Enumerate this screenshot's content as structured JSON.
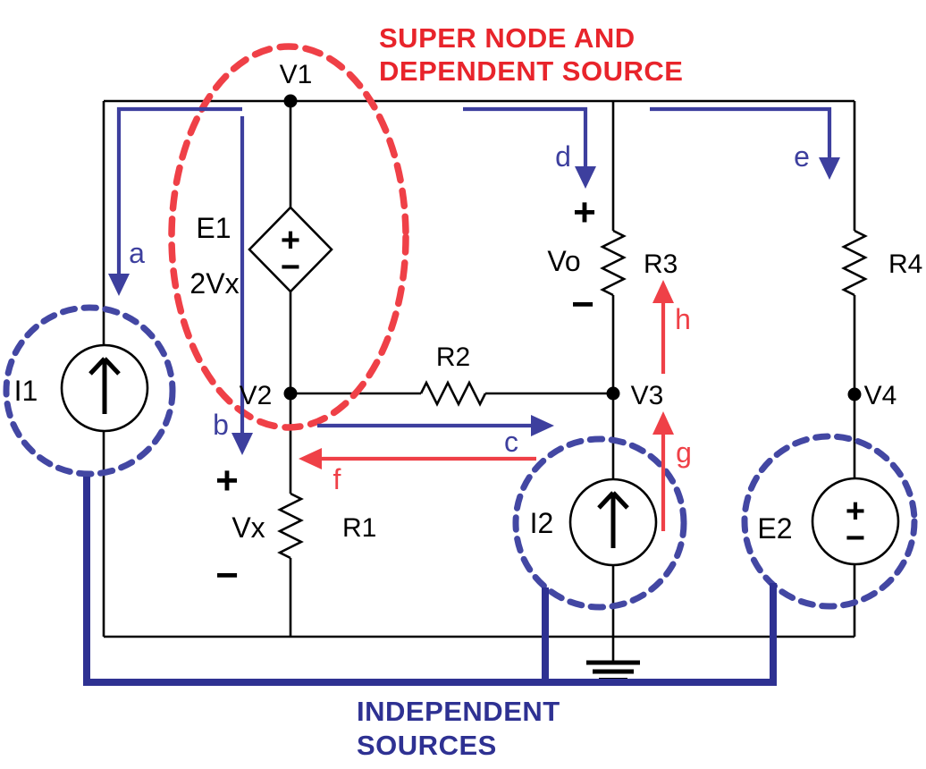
{
  "annotations": {
    "super_node_title_line1": "SUPER NODE AND",
    "super_node_title_line2": "DEPENDENT SOURCE",
    "independent_title_line1": "INDEPENDENT",
    "independent_title_line2": "SOURCES"
  },
  "nodes": {
    "v1": "V1",
    "v2": "V2",
    "v3": "V3",
    "v4": "V4"
  },
  "resistors": {
    "r1": "R1",
    "r2": "R2",
    "r3": "R3",
    "r4": "R4"
  },
  "sources": {
    "e1": {
      "name": "E1",
      "value": "2Vx",
      "plus": "+",
      "minus": "−"
    },
    "i1": {
      "name": "I1"
    },
    "i2": {
      "name": "I2"
    },
    "e2": {
      "name": "E2",
      "plus": "+",
      "minus": "−"
    }
  },
  "voltages": {
    "vx": {
      "label": "Vx",
      "plus": "+",
      "minus": "−"
    },
    "vo": {
      "label": "Vo",
      "plus": "+",
      "minus": "−"
    }
  },
  "currents": {
    "a": "a",
    "b": "b",
    "c": "c",
    "d": "d",
    "e": "e",
    "f": "f",
    "g": "g",
    "h": "h"
  },
  "colors": {
    "blue_arrow": "#3d3f9e",
    "blue_dashed_circle": "#4347a3",
    "dark_blue_connector": "#2e3192",
    "red_title": "#e8242b",
    "red_dashed": "#ef4047",
    "wire_black": "#000000",
    "background": "#ffffff"
  }
}
